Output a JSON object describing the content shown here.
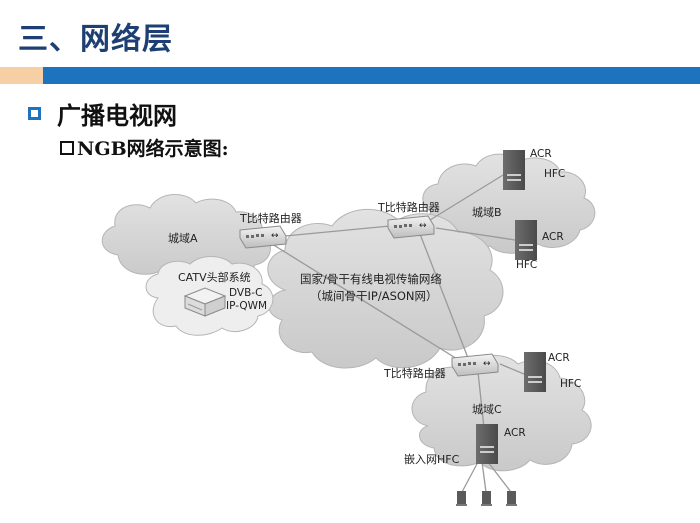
{
  "slide": {
    "title": "三、网络层",
    "section": "广播电视网",
    "subheading": "NGB网络示意图:"
  },
  "diagram": {
    "regions": {
      "city_a": "城域A",
      "city_b": "城域B",
      "city_c": "城域C",
      "catv": "CATV头部系统",
      "backbone_line1": "国家/骨干有线电视传输网络",
      "backbone_line2": "（城间骨干IP/ASON网）"
    },
    "routers": {
      "a": "T比特路由器",
      "b": "T比特路由器",
      "c": "T比特路由器"
    },
    "headend": {
      "line1": "DVB-C",
      "line2": "IP-QWM"
    },
    "servers": {
      "b1_acr": "ACR",
      "b1_hfc": "HFC",
      "b2_acr": "ACR",
      "b2_hfc": "HFC",
      "c1_acr": "ACR",
      "c1_hfc": "HFC",
      "c2_acr": "ACR",
      "embedded": "嵌入网HFC"
    }
  },
  "colors": {
    "title": "#1d3f73",
    "bar_accent": "#1e73be",
    "bar_left": "#f7cfa4",
    "cloud": "#d9d9d9"
  }
}
